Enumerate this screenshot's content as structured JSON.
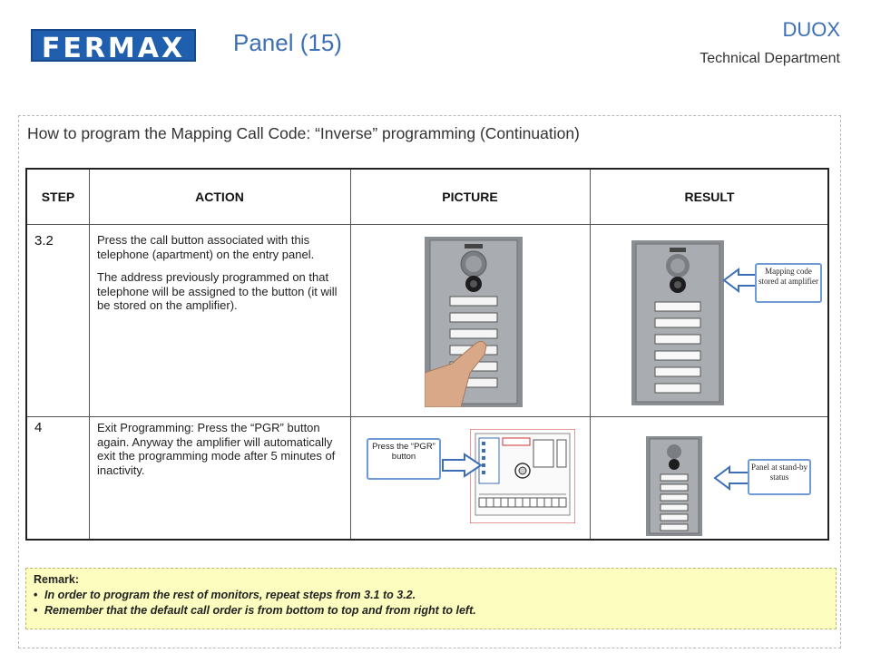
{
  "header": {
    "logo_text": "FERMAX",
    "page_title": "Panel (15)",
    "brand": "DUOX",
    "department": "Technical Department"
  },
  "subtitle": "How to program the Mapping Call Code: “Inverse” programming (Continuation)",
  "table": {
    "headers": {
      "step": "STEP",
      "action": "ACTION",
      "picture": "PICTURE",
      "result": "RESULT"
    },
    "rows": [
      {
        "step": "3.2",
        "action_p1": "Press the call button associated with this telephone (apartment) on the entry panel.",
        "action_p2": "The address previously programmed on that telephone will be assigned to the button (it will be stored on the amplifier).",
        "result_callout": "Mapping code stored at amplifier"
      },
      {
        "step": "4",
        "action_p1": "Exit Programming: Press the “PGR” button again. Anyway the amplifier will automatically exit the programming mode after 5 minutes of inactivity.",
        "picture_callout": "Press the “PGR” button",
        "result_callout": "Panel at stand-by status"
      }
    ]
  },
  "remark": {
    "title": "Remark:",
    "items": [
      "In order to program the rest of monitors, repeat steps from 3.1 to 3.2.",
      "Remember that the default call order is from bottom to top and from right to left."
    ]
  },
  "colors": {
    "accent": "#3d6fb6",
    "logo": "#1f5fae",
    "remark_bg": "#fdfdc0",
    "callout_border": "#6f9ad6"
  }
}
